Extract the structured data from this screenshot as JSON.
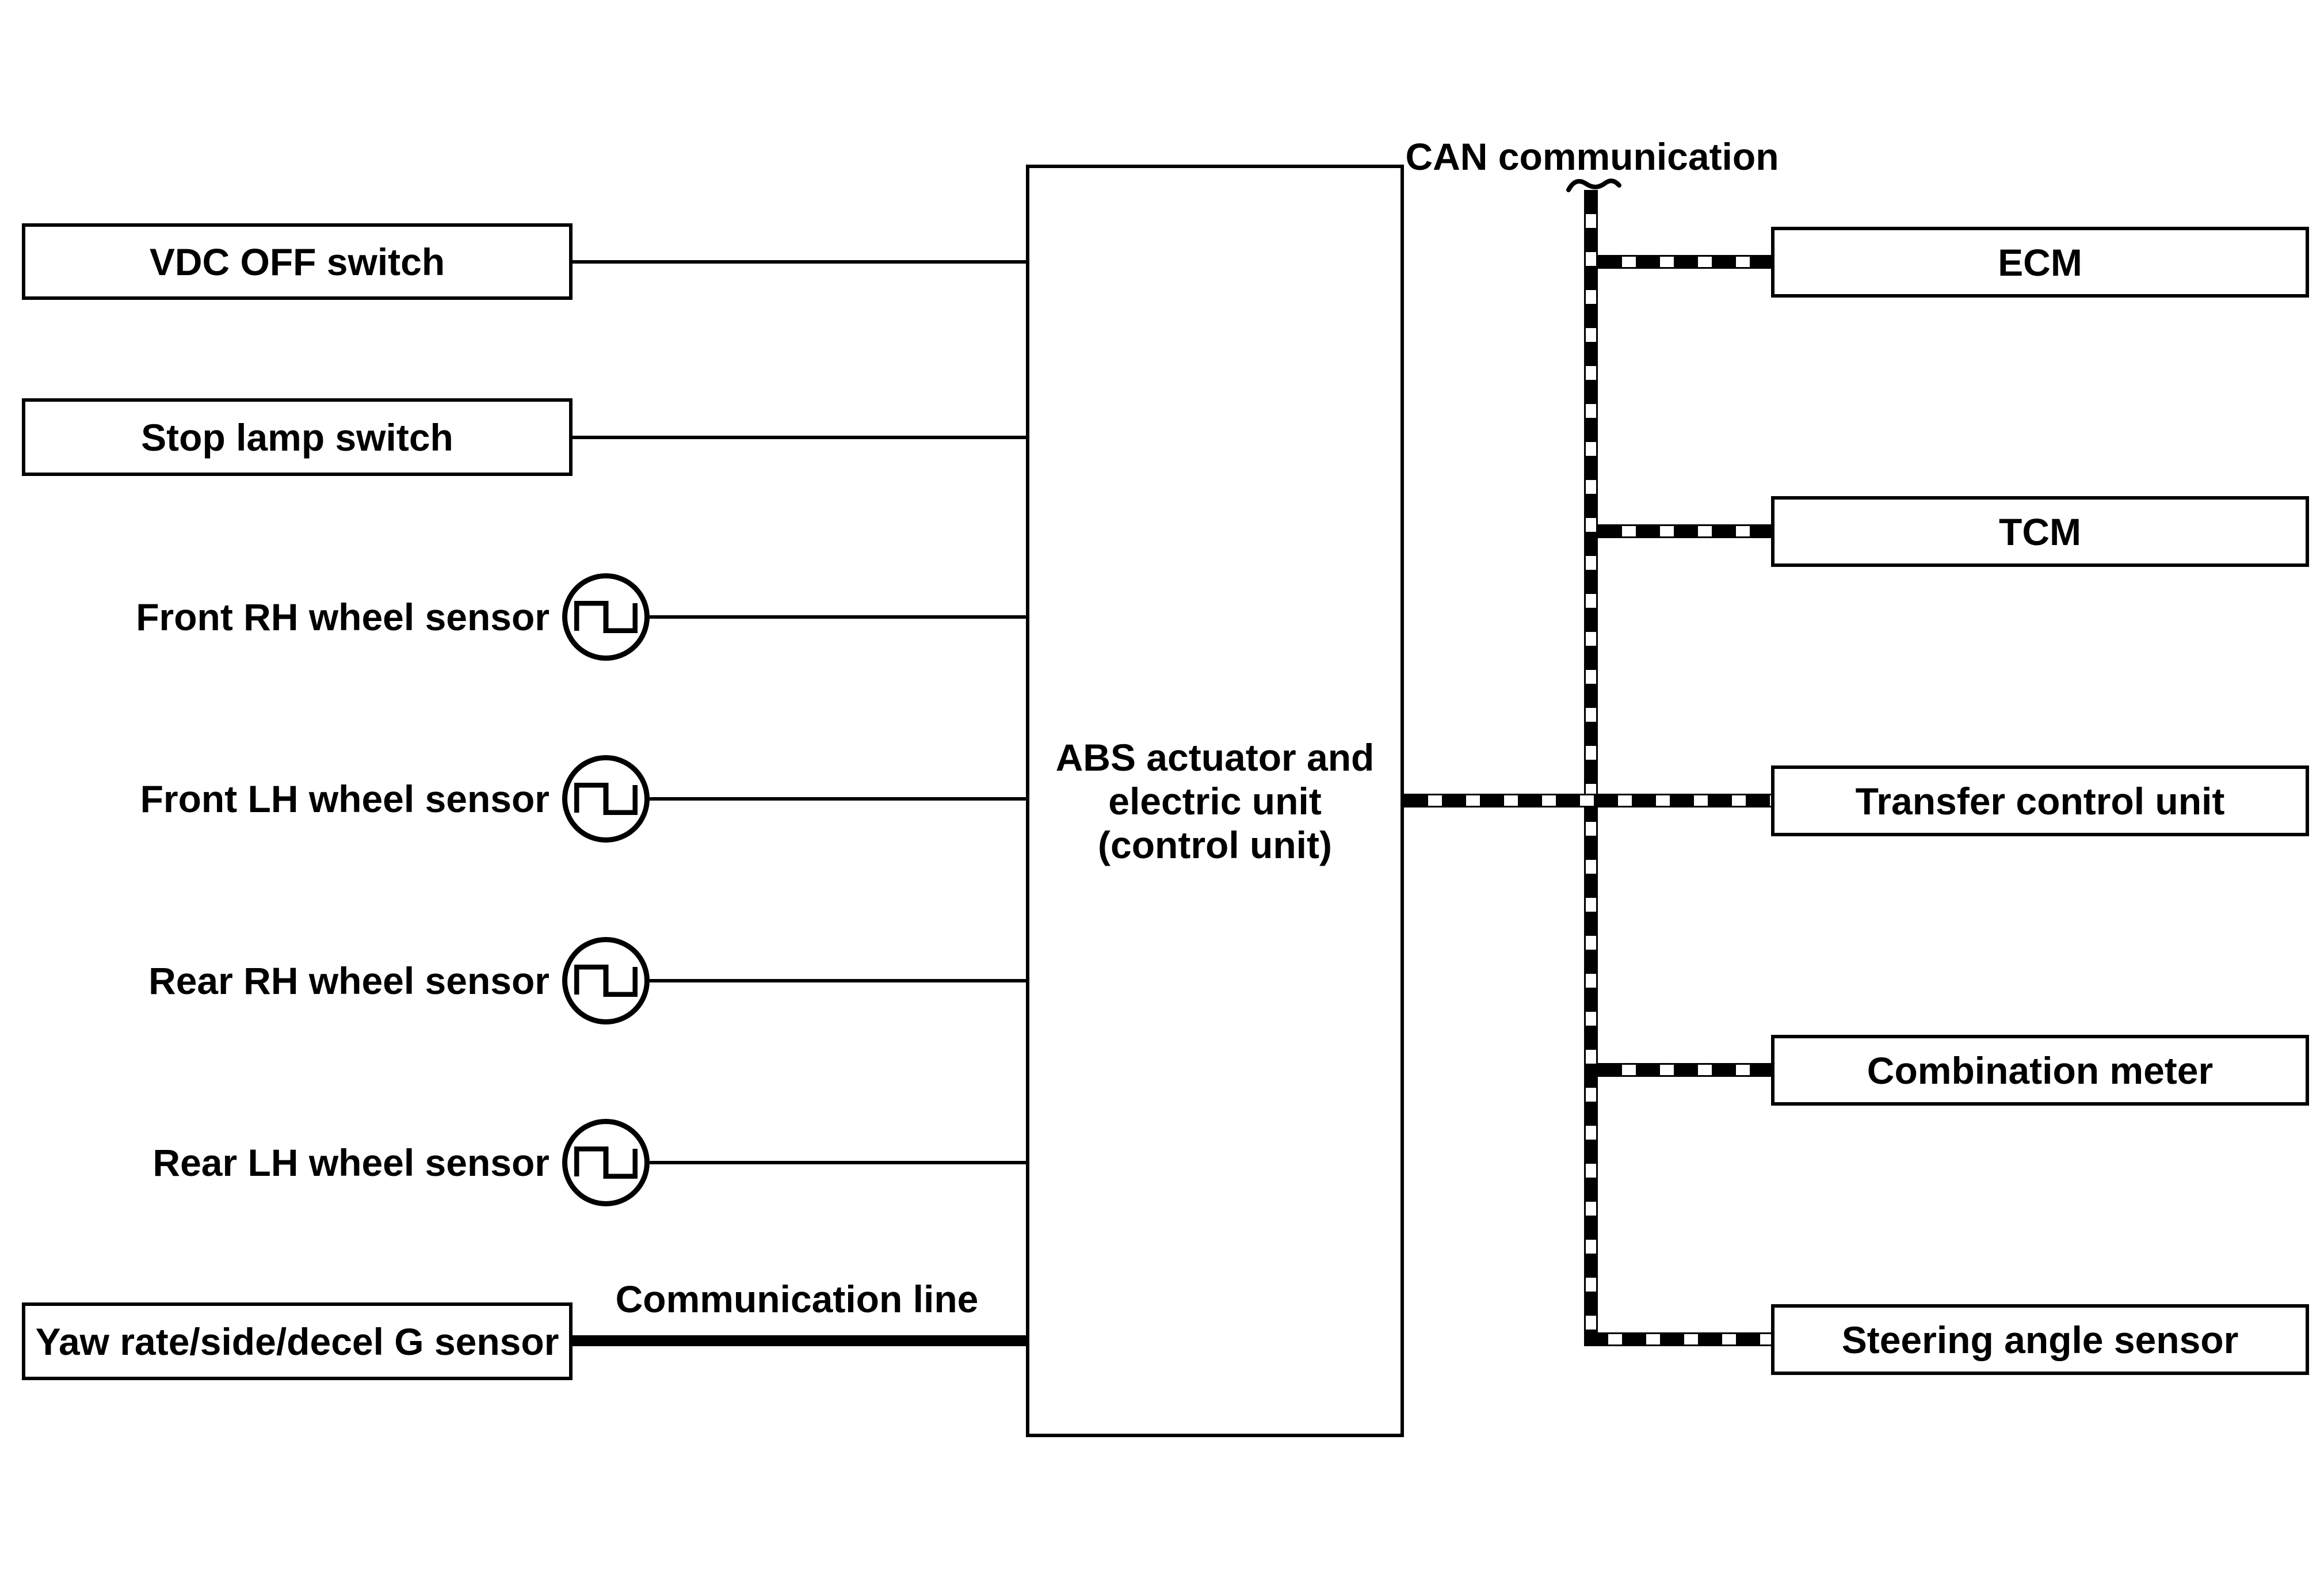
{
  "page": {
    "background_color": "#ffffff",
    "ink_color": "#000000"
  },
  "center_unit": {
    "lines": [
      "ABS actuator and",
      "electric unit",
      "(control unit)"
    ]
  },
  "left_nodes": [
    {
      "type": "box",
      "label": "VDC OFF switch"
    },
    {
      "type": "box",
      "label": "Stop lamp switch"
    },
    {
      "type": "sensor",
      "label": "Front RH wheel sensor",
      "icon": "pulse-wave-icon"
    },
    {
      "type": "sensor",
      "label": "Front LH wheel sensor",
      "icon": "pulse-wave-icon"
    },
    {
      "type": "sensor",
      "label": "Rear RH wheel sensor",
      "icon": "pulse-wave-icon"
    },
    {
      "type": "sensor",
      "label": "Rear LH wheel sensor",
      "icon": "pulse-wave-icon"
    },
    {
      "type": "box",
      "label": "Yaw rate/side/decel G sensor"
    }
  ],
  "communication_line": {
    "label": "Communication line",
    "style": "thick-solid"
  },
  "can_bus": {
    "label": "CAN communication",
    "style": "checkered-black-white"
  },
  "right_nodes": [
    {
      "label": "ECM"
    },
    {
      "label": "TCM"
    },
    {
      "label": "Transfer control unit"
    },
    {
      "label": "Combination meter"
    },
    {
      "label": "Steering angle sensor"
    }
  ]
}
